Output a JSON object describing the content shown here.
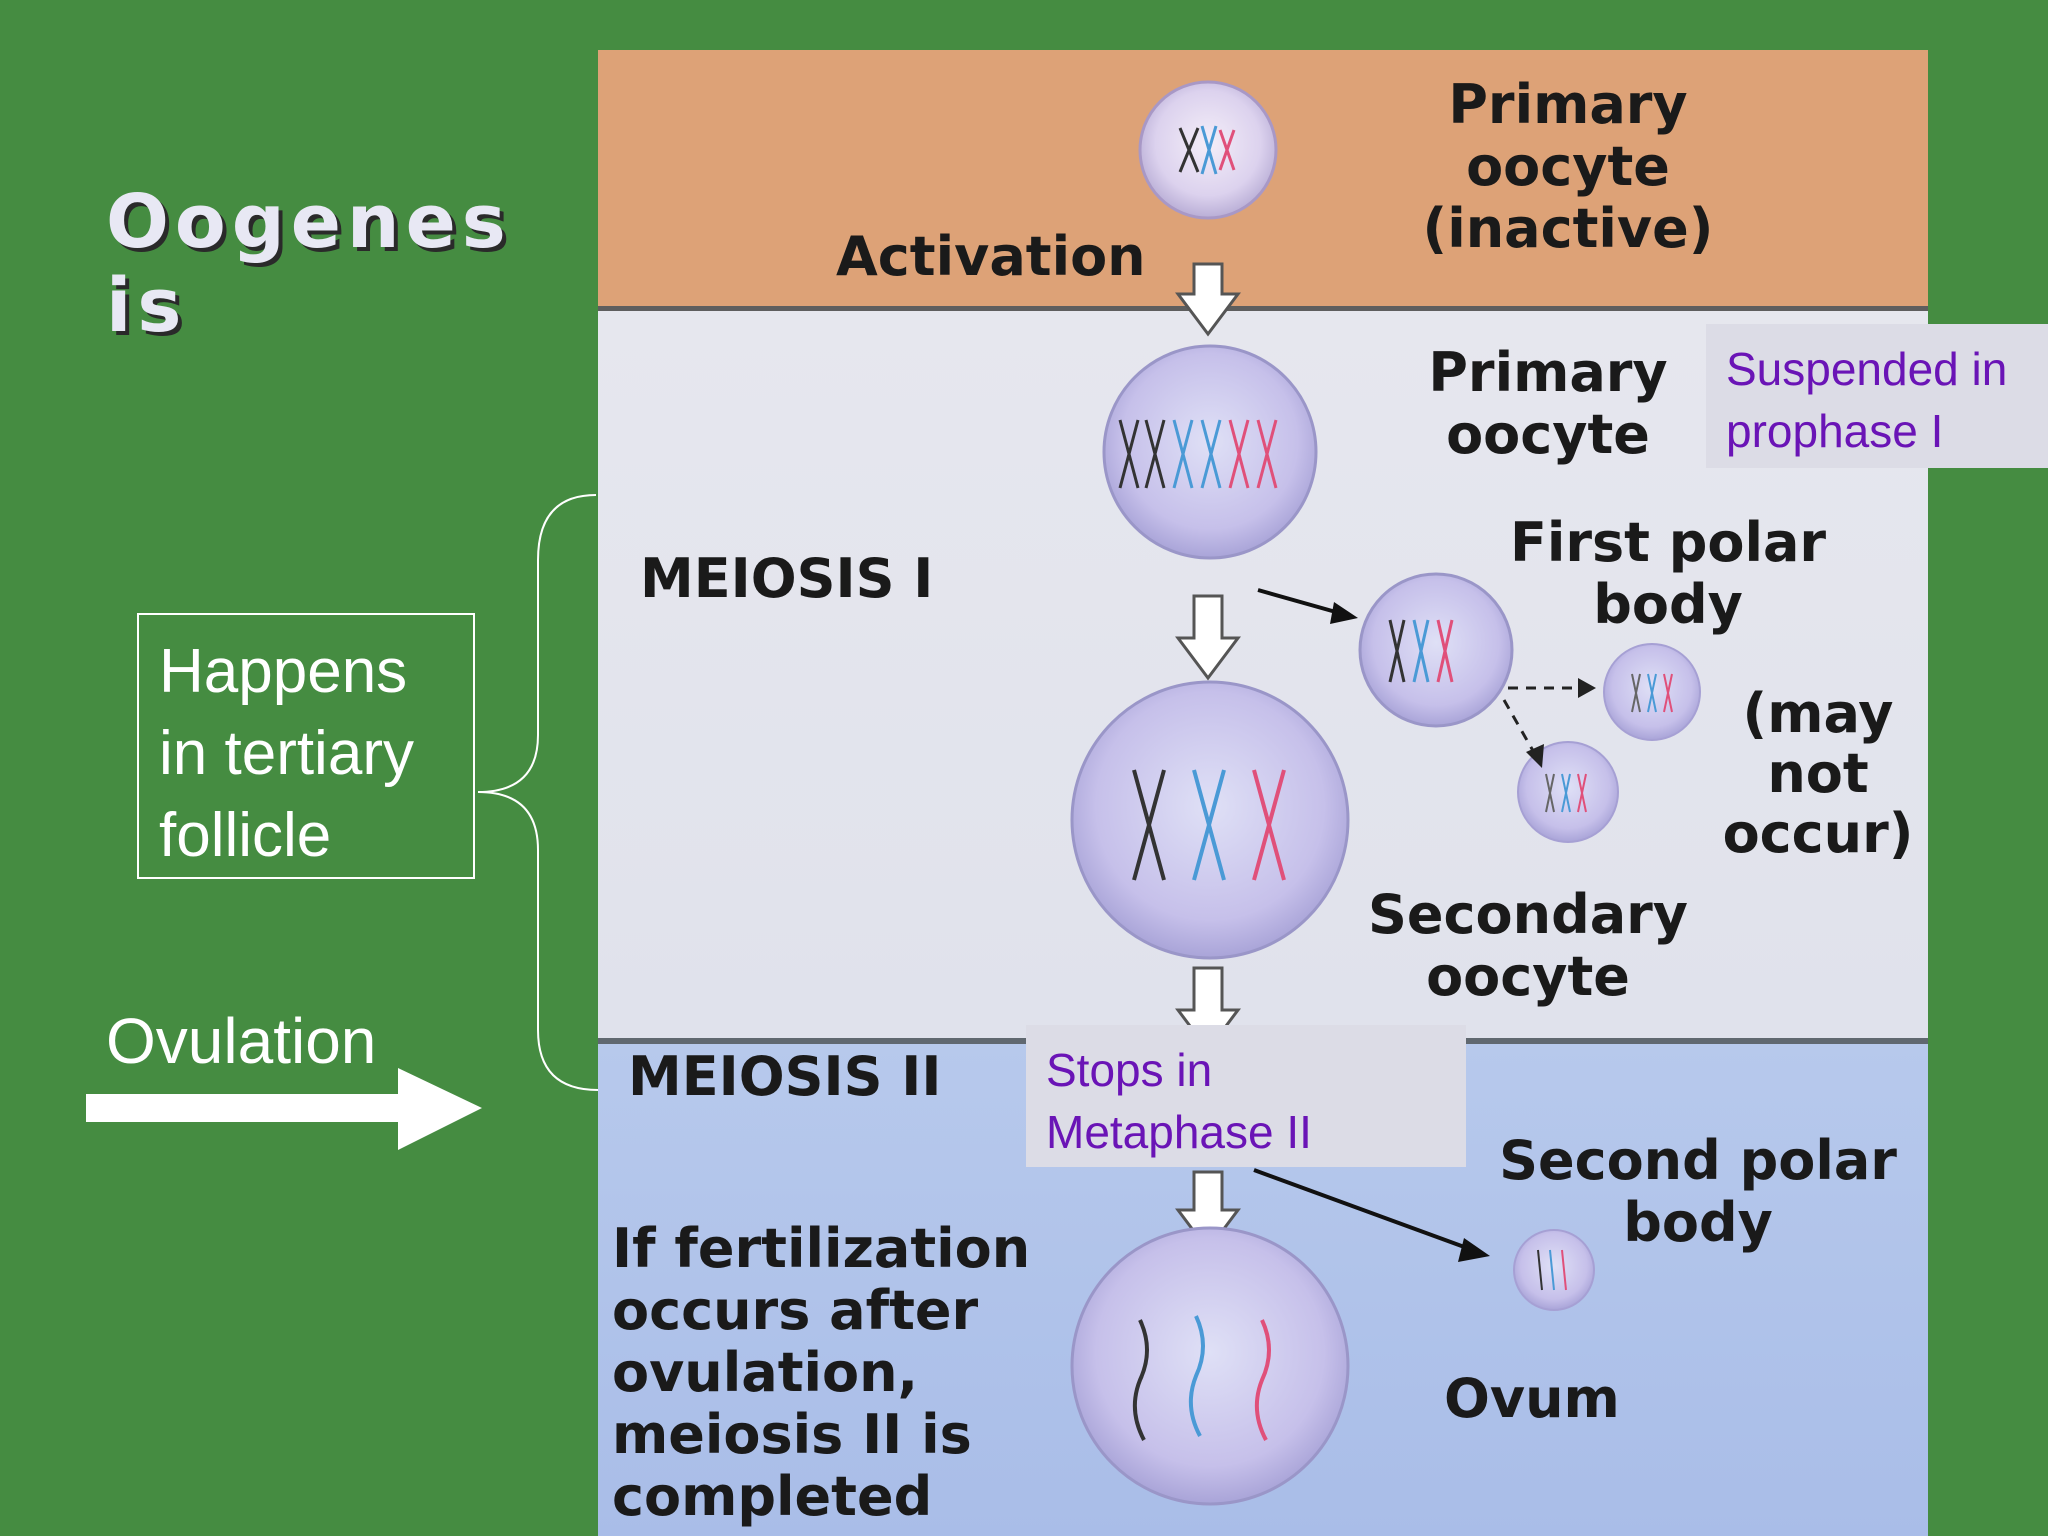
{
  "slide": {
    "title": "Oogenesis",
    "callout_lines": [
      "Happens",
      "in  tertiary",
      "follicle"
    ],
    "ovulation_label": "Ovulation"
  },
  "diagram": {
    "stage1_label": [
      "Primary",
      "oocyte",
      "(inactive)"
    ],
    "activation_label": "Activation",
    "stage2_label": [
      "Primary",
      "oocyte"
    ],
    "meiosis1_label": "MEIOSIS  I",
    "first_polar_body_label": [
      "First polar",
      "body"
    ],
    "may_not_occur_label": [
      "(may",
      "not",
      "occur)"
    ],
    "secondary_oocyte_label": [
      "Secondary",
      "oocyte"
    ],
    "meiosis2_label": "MEIOSIS  II",
    "second_polar_body_label": [
      "Second polar",
      "body"
    ],
    "ovum_label": "Ovum",
    "fertilization_note": [
      "If fertilization",
      "occurs after",
      "ovulation,",
      "meiosis II is",
      "completed"
    ]
  },
  "annotations": {
    "suspended_note": [
      "Suspended in",
      "prophase I"
    ],
    "stops_note": [
      "Stops in",
      "Metaphase II"
    ]
  },
  "colors": {
    "background": "#458c41",
    "annotation_text": "#6a14b6",
    "chromosome_pink": "#e0507a",
    "chromosome_blue": "#4a9ad6"
  }
}
